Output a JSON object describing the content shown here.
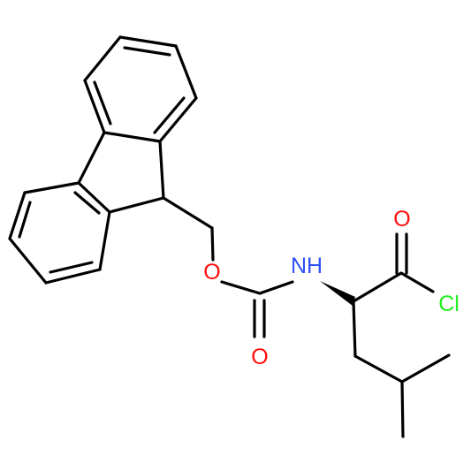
{
  "atoms": {
    "oxygen_ether": {
      "label": "O",
      "color": "#ff0d0d"
    },
    "oxygen_carbamate_carbonyl": {
      "label": "O",
      "color": "#ff0d0d"
    },
    "nitrogen": {
      "label": "NH",
      "color": "#3050f8"
    },
    "oxygen_acyl": {
      "label": "O",
      "color": "#ff0d0d"
    },
    "chlorine": {
      "label": "Cl",
      "color": "#1ff01f"
    }
  },
  "colors": {
    "bond": "#000000",
    "background": "#ffffff"
  }
}
